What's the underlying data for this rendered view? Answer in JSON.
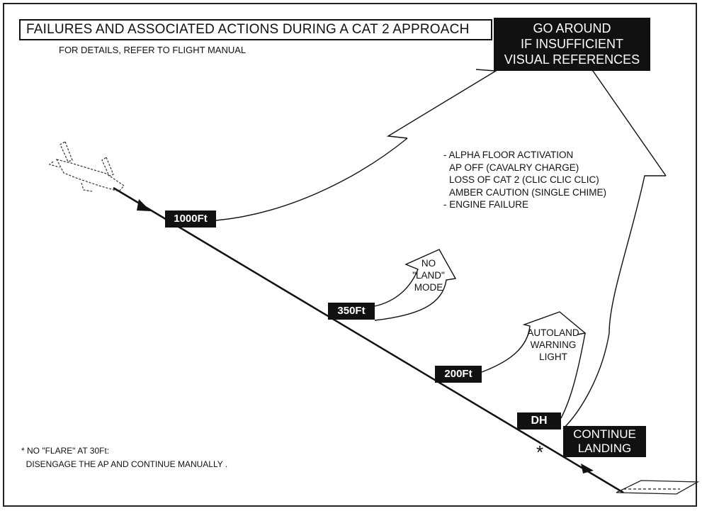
{
  "title": "FAILURES AND ASSOCIATED ACTIONS DURING A CAT 2 APPROACH",
  "subtitle": "FOR DETAILS, REFER TO FLIGHT MANUAL",
  "go_around": {
    "lines": [
      "GO AROUND",
      "IF INSUFFICIENT",
      "VISUAL REFERENCES"
    ]
  },
  "altitudes": {
    "a1000": "1000Ft",
    "a350": "350Ft",
    "a200": "200Ft",
    "dh": "DH"
  },
  "failures": [
    "- ALPHA FLOOR ACTIVATION",
    "  AP OFF (CAVALRY CHARGE)",
    "  LOSS OF CAT 2 (CLIC CLIC CLIC)",
    "  AMBER CAUTION (SINGLE CHIME)",
    "- ENGINE FAILURE"
  ],
  "no_land_mode": [
    "NO",
    "\"LAND\"",
    "MODE"
  ],
  "autoland_warning": [
    "AUTOLAND",
    "WARNING",
    "LIGHT"
  ],
  "continue_landing": [
    "CONTINUE",
    "LANDING"
  ],
  "footnote": {
    "line1": "* NO \"FLARE\" AT 30Ft:",
    "line2": "  DISENGAGE THE AP AND CONTINUE MANUALLY ."
  },
  "asterisk": "*",
  "colors": {
    "ink": "#111111",
    "paper": "#ffffff"
  }
}
